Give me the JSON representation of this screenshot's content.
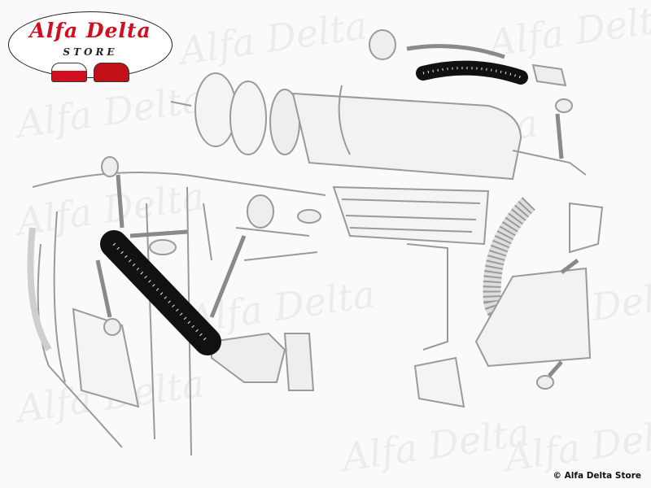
{
  "logo": {
    "title": "Alfa Delta",
    "subtitle": "STORE"
  },
  "watermark": "Alfa Delta",
  "copyright": "© Alfa Delta Store",
  "colors": {
    "brand_red": "#d01020",
    "line": "#9a9a9a",
    "hose": "#111111",
    "background": "#fafafa"
  }
}
